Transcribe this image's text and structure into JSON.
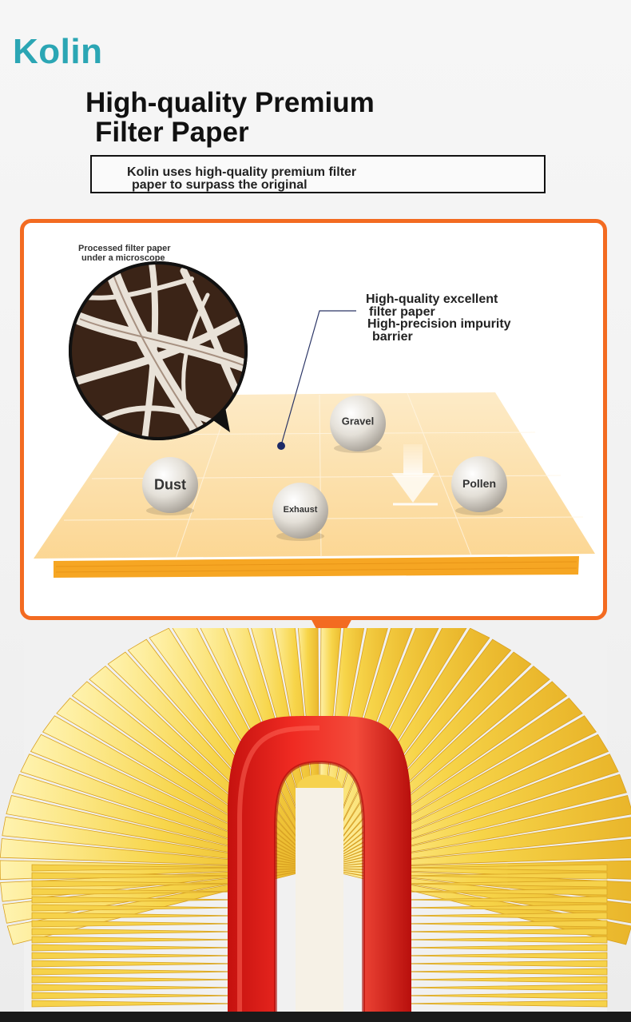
{
  "brand": {
    "name": "Kolin",
    "color": "#2ba6b4"
  },
  "headline": {
    "line1": "High-quality Premium",
    "line2": "Filter Paper"
  },
  "subtitle": {
    "line1": "Kolin uses high-quality premium filter",
    "line2": "paper to surpass the original"
  },
  "panel": {
    "border_color": "#f36b21",
    "microscope_label": {
      "line1": "Processed filter paper",
      "line2": "under a microscope"
    },
    "quality_label": {
      "line1": "High-quality excellent",
      "line2": "filter paper",
      "line3": "High-precision impurity",
      "line4": "barrier"
    },
    "particles": [
      {
        "label": "Gravel"
      },
      {
        "label": "Dust"
      },
      {
        "label": "Exhaust"
      },
      {
        "label": "Pollen"
      }
    ]
  },
  "product": {
    "pleat_color": "#f5c842",
    "handle_color": "#e8211c"
  }
}
